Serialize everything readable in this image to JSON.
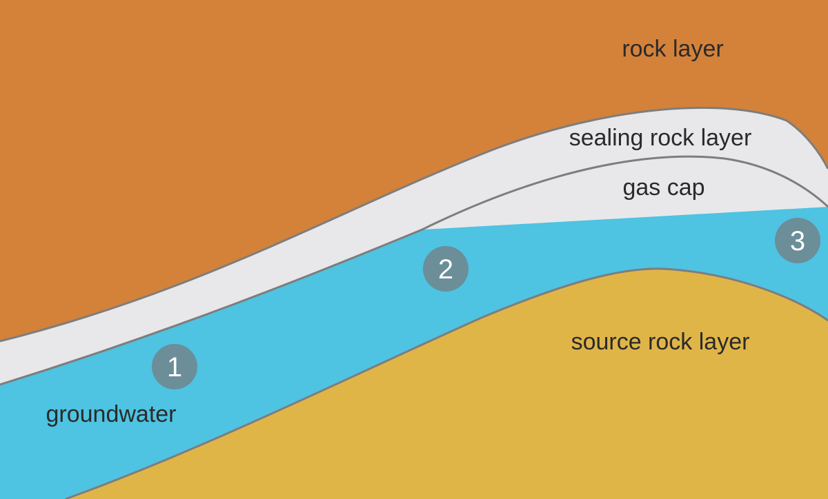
{
  "colors": {
    "rock_layer": "#d4823a",
    "sealing_rock_layer": "#e8e8ea",
    "gas_cap": "#e8e8ea",
    "groundwater": "#4ec3e2",
    "source_rock_layer": "#e0b548",
    "boundary_line": "#7d7d7d",
    "marker_fill": "#6b8e99",
    "marker_text": "#ffffff",
    "label_text": "#2a2a2a"
  },
  "labels": {
    "rock_layer": "rock layer",
    "sealing_rock_layer": "sealing rock layer",
    "gas_cap": "gas cap",
    "groundwater": "groundwater",
    "source_rock_layer": "source rock layer"
  },
  "markers": [
    {
      "text": "1"
    },
    {
      "text": "2"
    },
    {
      "text": "3"
    }
  ]
}
